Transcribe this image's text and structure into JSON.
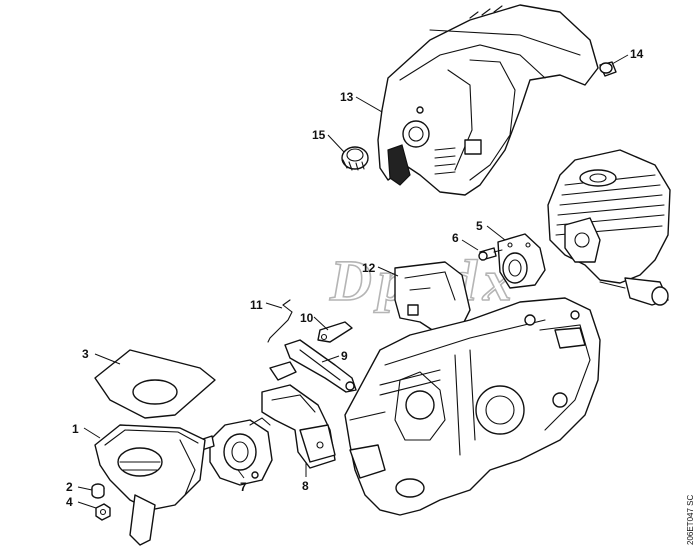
{
  "figure": {
    "watermark": "Dpodx",
    "reference_code": "206ET047 SC"
  },
  "callouts": [
    {
      "id": "1",
      "label": "1"
    },
    {
      "id": "2",
      "label": "2"
    },
    {
      "id": "3",
      "label": "3"
    },
    {
      "id": "4",
      "label": "4"
    },
    {
      "id": "5",
      "label": "5"
    },
    {
      "id": "6",
      "label": "6"
    },
    {
      "id": "7",
      "label": "7"
    },
    {
      "id": "8",
      "label": "8"
    },
    {
      "id": "9",
      "label": "9"
    },
    {
      "id": "10",
      "label": "10"
    },
    {
      "id": "11",
      "label": "11"
    },
    {
      "id": "12",
      "label": "12"
    },
    {
      "id": "13",
      "label": "13"
    },
    {
      "id": "14",
      "label": "14"
    },
    {
      "id": "15",
      "label": "15"
    }
  ]
}
